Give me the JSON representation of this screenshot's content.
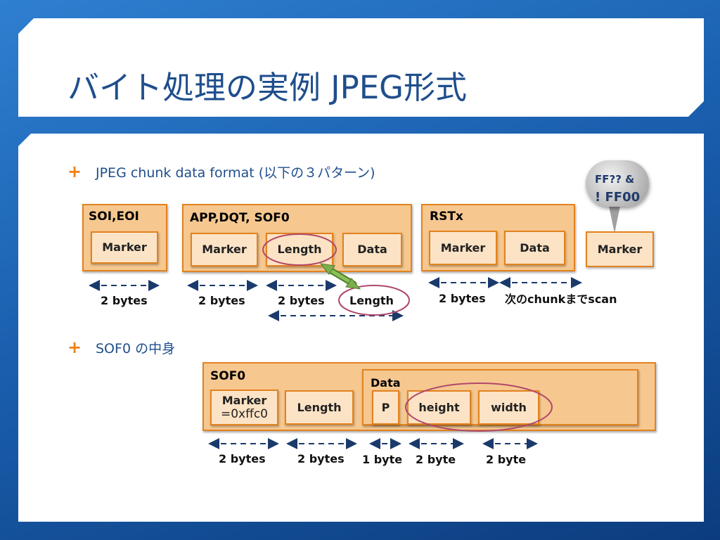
{
  "title": "バイト処理の実例 JPEG形式",
  "bullets": [
    {
      "text": "JPEG chunk data format (以下の３パターン)"
    },
    {
      "text": "SOF0 の中身"
    }
  ],
  "chunks": {
    "soi_eoi": {
      "label": "SOI,EOI",
      "cells": [
        "Marker"
      ],
      "sizes": [
        "2 bytes"
      ]
    },
    "app": {
      "label": "APP,DQT, SOF0",
      "cells": [
        "Marker",
        "Length",
        "Data"
      ],
      "sizes": [
        "2 bytes",
        "2 bytes"
      ],
      "length_callout": "Length"
    },
    "rstx": {
      "label": "RSTx",
      "cells": [
        "Marker",
        "Data"
      ],
      "sizes": [
        "2 bytes"
      ],
      "scan_note": "次のchunkまでscan"
    },
    "marker_only": {
      "cells": [
        "Marker"
      ]
    }
  },
  "bubble": {
    "line1": "FF?? &",
    "line2": "! FF00"
  },
  "sof0": {
    "label": "SOF0",
    "data_label": "Data",
    "marker_line1": "Marker",
    "marker_line2": "=0xffc0",
    "length": "Length",
    "p": "P",
    "height": "height",
    "width": "width",
    "sizes": [
      "2 bytes",
      "2 bytes",
      "1 byte",
      "2 byte",
      "2 byte"
    ]
  },
  "colors": {
    "accent": "#e3821e",
    "box_fill": "#f6c890",
    "cell_fill": "#fde3c5",
    "title": "#1f4e8c",
    "highlight_ellipse": "#b0486a",
    "arrow_green": "#7cad4e"
  }
}
